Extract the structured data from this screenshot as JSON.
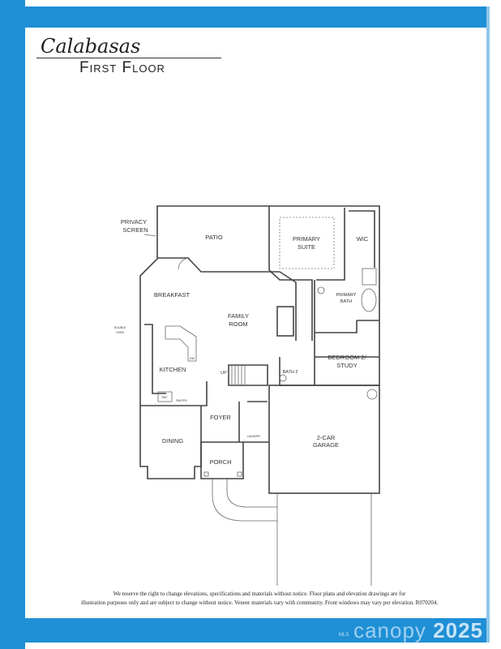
{
  "header": {
    "script_title": "Calabasas",
    "title": "First Floor"
  },
  "plan": {
    "rooms": {
      "privacy_screen_1": "PRIVACY",
      "privacy_screen_2": "SCREEN",
      "patio": "PATIO",
      "primary_suite_1": "PRIMARY",
      "primary_suite_2": "SUITE",
      "wic": "WIC",
      "breakfast": "BREAKFAST",
      "family_room_1": "FAMILY",
      "family_room_2": "ROOM",
      "primary_bath_1": "PRIMARY",
      "primary_bath_2": "BATH",
      "double_oven_1": "DOUBLE",
      "double_oven_2": "OVEN",
      "dw": "DW",
      "kitchen": "KITCHEN",
      "up": "UP",
      "bath2": "BATH 2",
      "bedroom2_1": "BEDROOM 2/",
      "bedroom2_2": "STUDY",
      "ref": "REF",
      "pantry": "PANTRY",
      "foyer": "FOYER",
      "dining": "DINING",
      "laundry": "LAUNDRY",
      "garage_1": "2-CAR",
      "garage_2": "GARAGE",
      "porch": "PORCH"
    }
  },
  "footer": {
    "disclaimer_1": "We reserve the right to change elevations, specifications and materials without notice. Floor plans and elevation drawings are for",
    "disclaimer_2": "illustration purposes only and are subject to change without notice. Veneer materials vary with community. Front windows may vary per elevation. R070204."
  },
  "watermark": {
    "brand": "canopy",
    "year": "2025",
    "sub": "MLS"
  },
  "colors": {
    "band": "#1f8fd6"
  }
}
